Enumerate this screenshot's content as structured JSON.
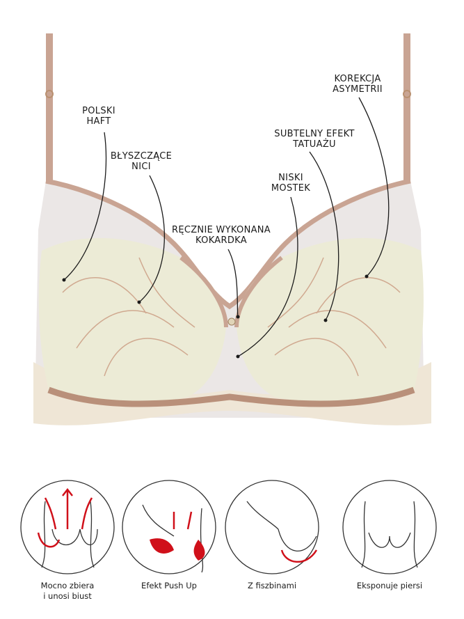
{
  "callouts": [
    {
      "line1": "POLSKI",
      "line2": "HAFT"
    },
    {
      "line1": "BŁYSZCZĄCE",
      "line2": "NICI"
    },
    {
      "line1": "RĘCZNIE WYKONANA",
      "line2": "KOKARDKA"
    },
    {
      "line1": "NISKI",
      "line2": "MOSTEK"
    },
    {
      "line1": "SUBTELNY EFEKT",
      "line2": "TATUAŻU"
    },
    {
      "line1": "KOREKCJA",
      "line2": "ASYMETRII"
    }
  ],
  "features": [
    {
      "line1": "Mocno zbiera",
      "line2": "i unosi biust"
    },
    {
      "line1": "Efekt Push Up",
      "line2": ""
    },
    {
      "line1": "Z fiszbinami",
      "line2": ""
    },
    {
      "line1": "Eksponuje piersi",
      "line2": ""
    }
  ],
  "colors": {
    "trim": "#c9a493",
    "mesh": "#ebe7e6",
    "cup": "#ecebd6",
    "band": "#efe6d6",
    "accent": "#d0101a",
    "ink": "#1a1a1a"
  }
}
